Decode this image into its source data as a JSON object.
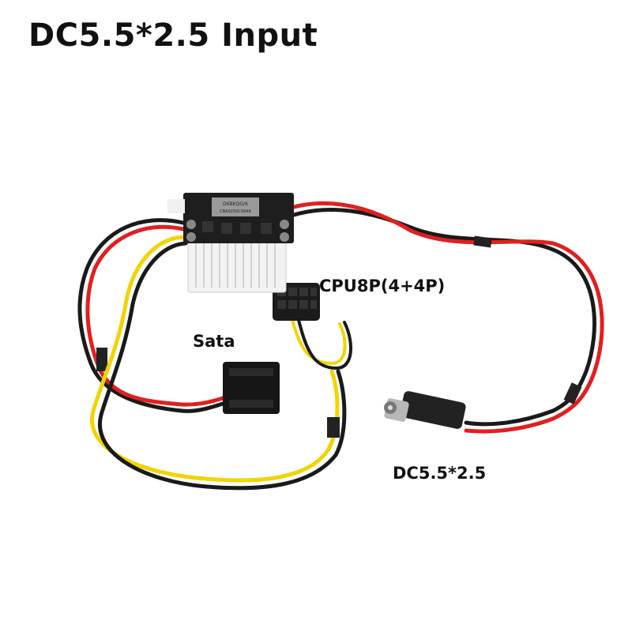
{
  "title": "DC5.5*2.5 Input",
  "labels": {
    "cpu": "CPU8P(4+4P)",
    "sata": "Sata",
    "dc": "DC5.5*2.5"
  },
  "board": {
    "sticker_line1": "D6BKQG/6",
    "sticker_line2": "CBA0250C06A6"
  },
  "colors": {
    "background": "#ffffff",
    "wire_red": "#e02020",
    "wire_black": "#1a1a1a",
    "wire_yellow": "#f2d400",
    "pcb": "#1e1e1e",
    "connector_white": "#f2f2f2"
  }
}
